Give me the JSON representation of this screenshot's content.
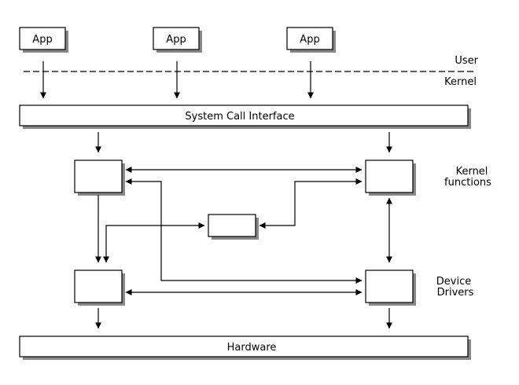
{
  "diagram": {
    "apps": [
      "App",
      "App",
      "App"
    ],
    "user_label": "User",
    "kernel_label": "Kernel",
    "syscall_label": "System Call Interface",
    "kernel_functions_label_line1": "Kernel",
    "kernel_functions_label_line2": "functions",
    "device_drivers_label_line1": "Device",
    "device_drivers_label_line2": "Drivers",
    "hardware_label": "Hardware"
  }
}
